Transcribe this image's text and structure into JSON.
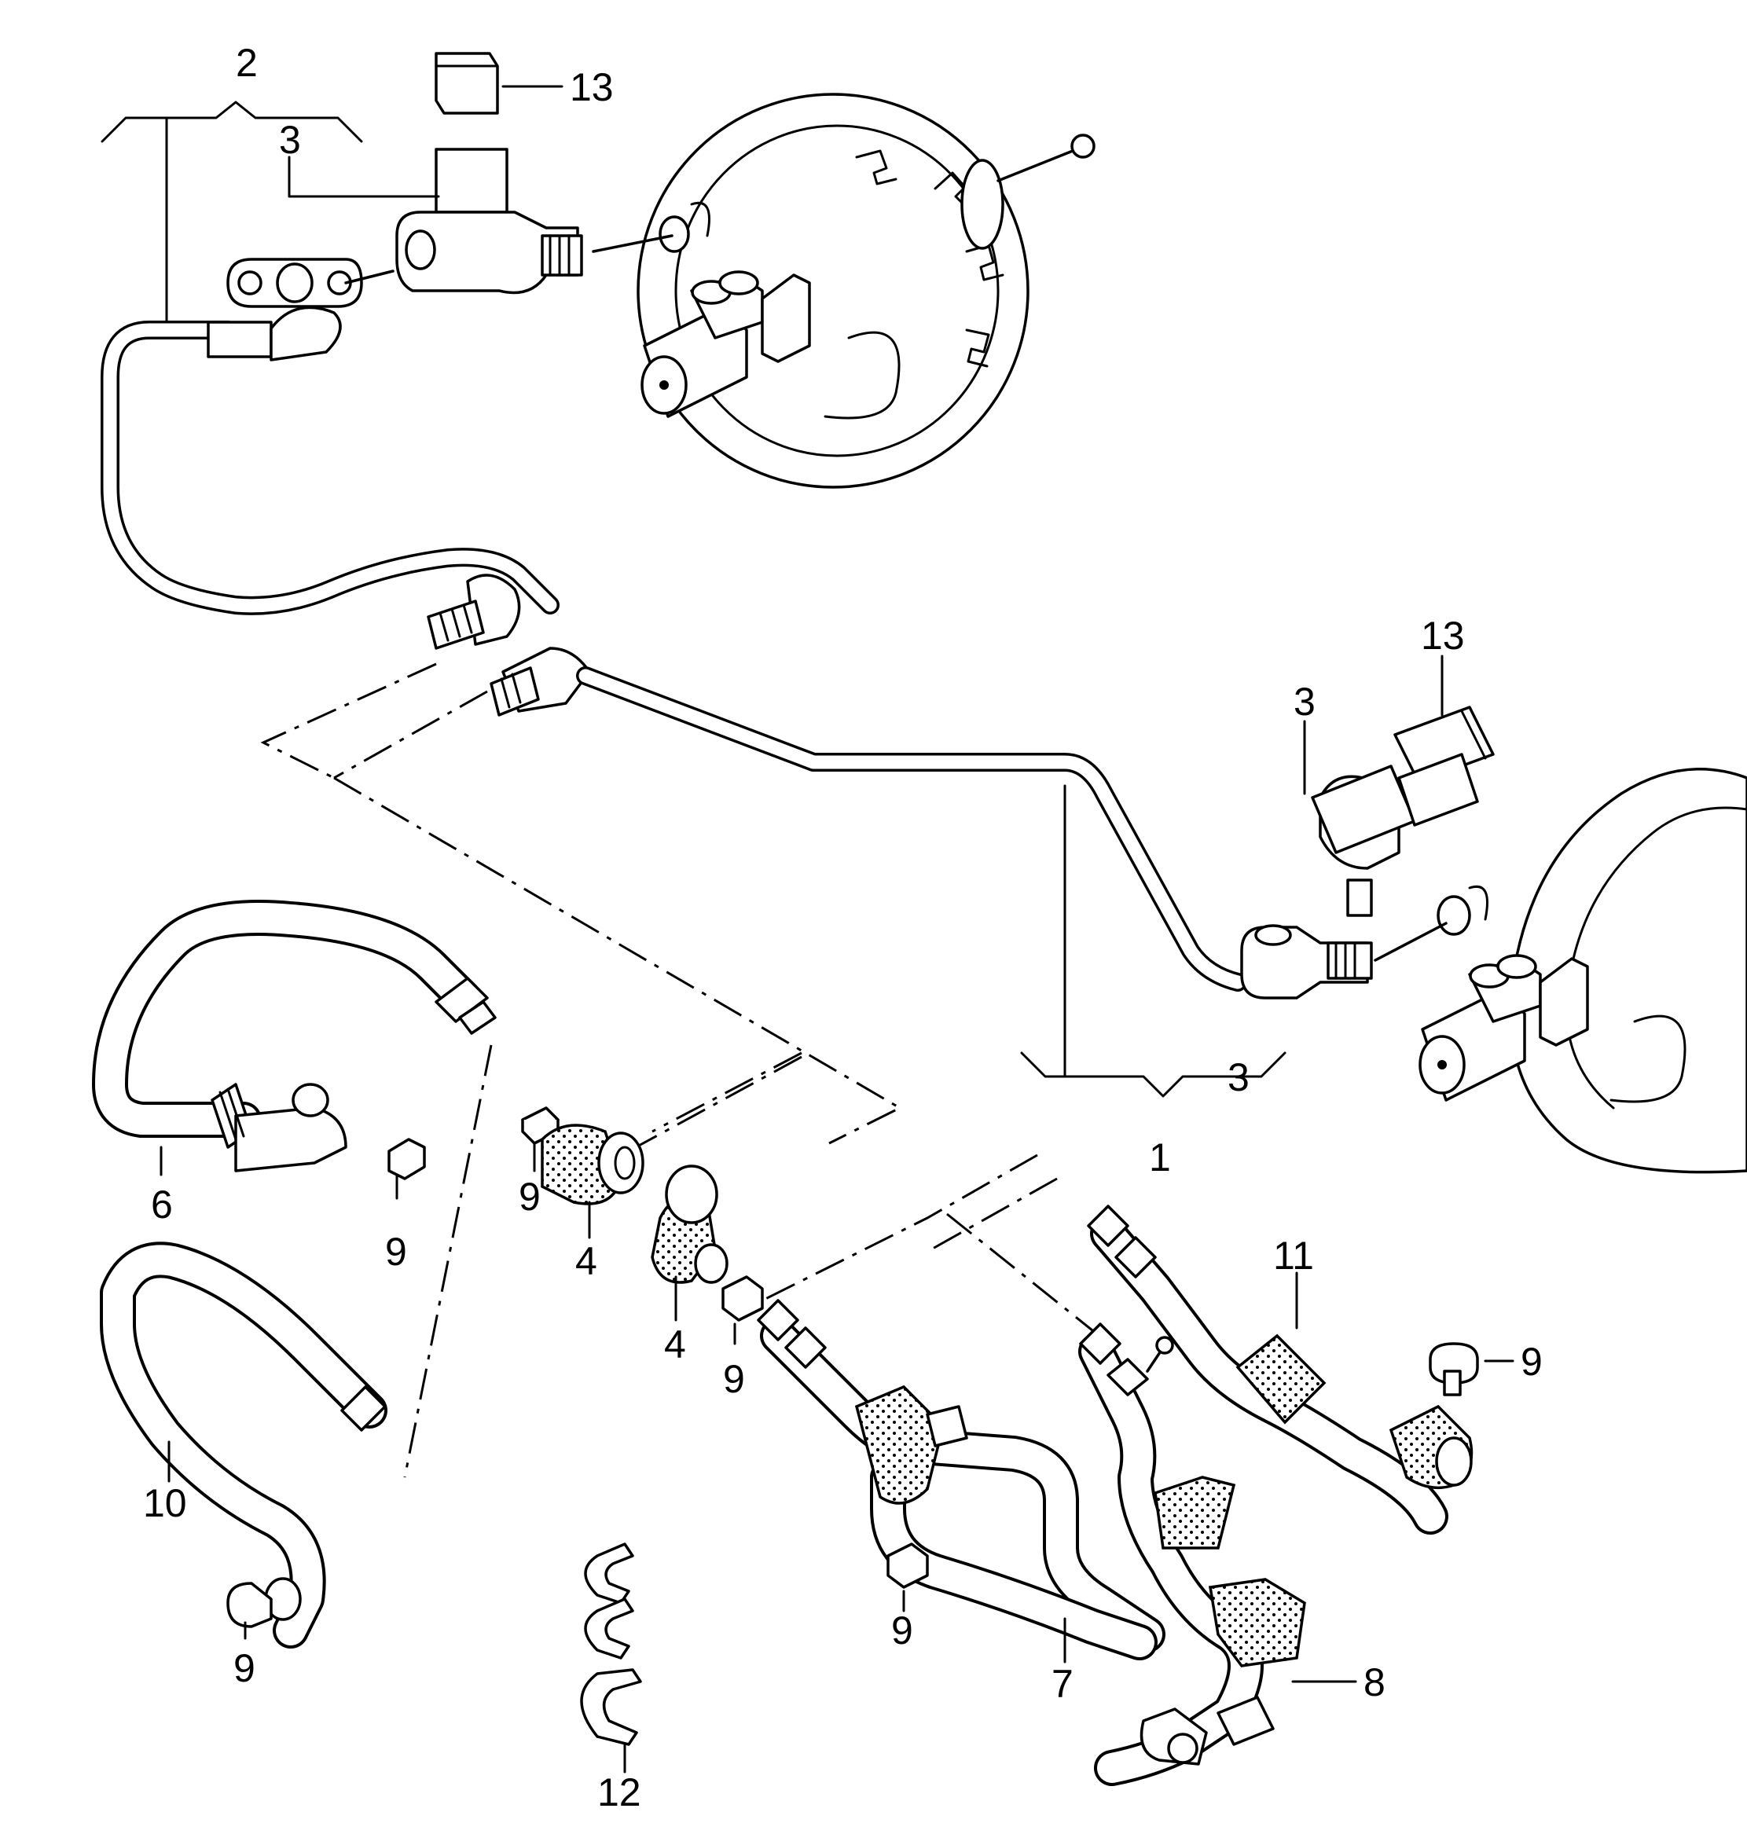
{
  "labels": {
    "l2": "2",
    "l3a": "3",
    "l13a": "13",
    "l13b": "13",
    "l3b": "3",
    "l3c": "3",
    "l1": "1",
    "l6": "6",
    "l9a": "9",
    "l9b": "9",
    "l4a": "4",
    "l4b": "4",
    "l9c": "9",
    "l11": "11",
    "l9d": "9",
    "l10": "10",
    "l9e": "9",
    "l9f": "9",
    "l7": "7",
    "l8": "8",
    "l12": "12"
  }
}
